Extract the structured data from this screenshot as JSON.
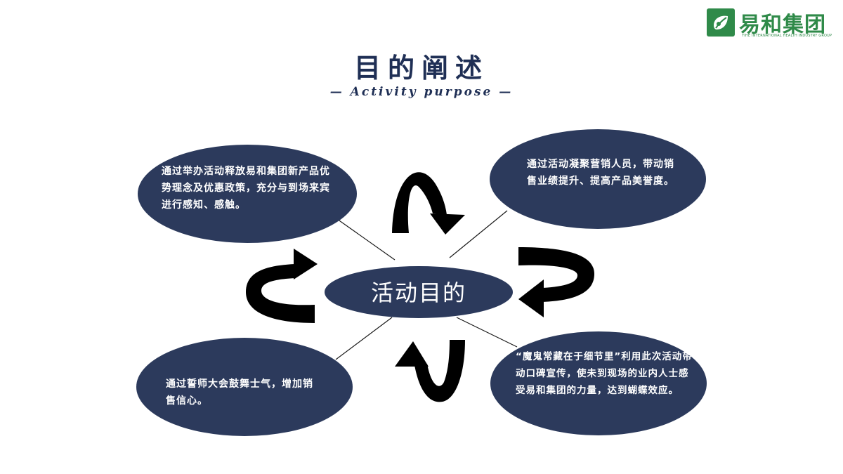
{
  "logo": {
    "name": "易和集团",
    "subtitle": "YIHE INTERNATIONAL HEALTH INDUSTRY GROUP",
    "icon": "leaf-logo-icon",
    "color": "#2f8a49"
  },
  "title": "目的阐述",
  "subtitle": "— Activity purpose —",
  "diagram": {
    "center": "活动目的",
    "nodes": [
      {
        "position": "top-left",
        "text": "通过举办活动释放易和集团新产品优势理念及优惠政策，充分与到场来宾进行感知、感触。"
      },
      {
        "position": "top-right",
        "text": "通过活动凝聚营销人员，带动销售业绩提升、提高产品美誉度。"
      },
      {
        "position": "bottom-left",
        "text": "通过誓师大会鼓舞士气，增加销售信心。"
      },
      {
        "position": "bottom-right",
        "text": "“魔鬼常藏在于细节里”利用此次活动带动口碑宣传，使未到现场的业内人士感受易和集团的力量，达到蝴蝶效应。"
      }
    ],
    "arrows": [
      "cycle-arrow-top",
      "cycle-arrow-right",
      "cycle-arrow-bottom",
      "cycle-arrow-left"
    ]
  },
  "colors": {
    "node_fill": "#2c3a5c",
    "title": "#1f2f55",
    "arrow": "#000000"
  }
}
